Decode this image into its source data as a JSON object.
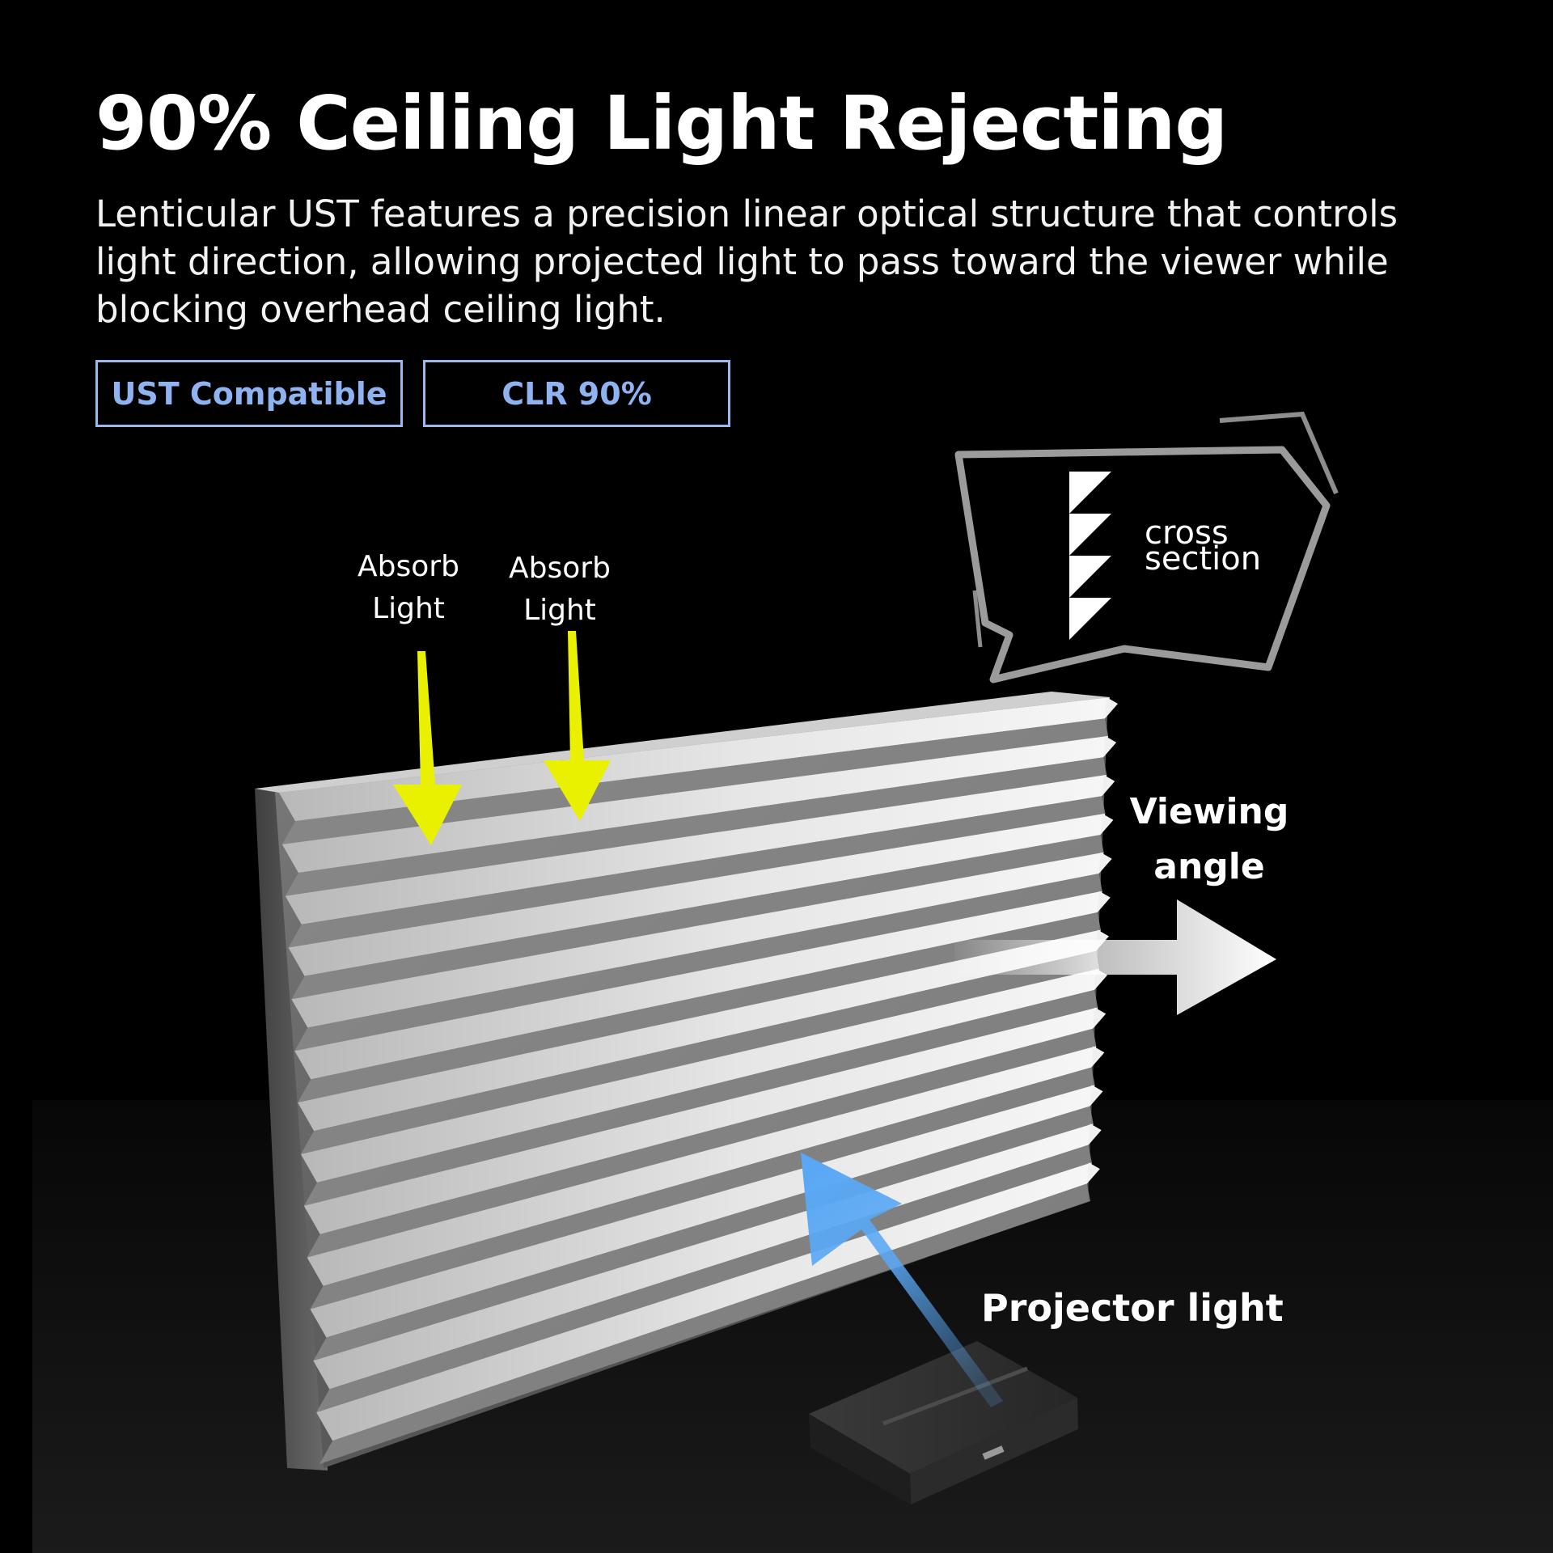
{
  "header": {
    "title": "90% Ceiling Light Rejecting",
    "description": "Lenticular UST features a precision linear optical structure that controls light direction, allowing projected light to pass toward the viewer while blocking overhead ceiling light."
  },
  "badges": [
    {
      "label": "UST Compatible"
    },
    {
      "label": "CLR 90%"
    }
  ],
  "diagram": {
    "absorb_labels": [
      {
        "line1": "Absorb",
        "line2": "Light"
      },
      {
        "line1": "Absorb",
        "line2": "Light"
      }
    ],
    "cross_section": {
      "line1": "cross",
      "line2": "section"
    },
    "viewing_angle": {
      "line1": "Viewing",
      "line2": "angle"
    },
    "projector_light": "Projector light"
  },
  "colors": {
    "background": "#000000",
    "badge_border": "#9cb8ee",
    "badge_text": "#8fb2f0",
    "absorb_arrow": "#e9f000",
    "projector_arrow": "#5aa8f5"
  }
}
